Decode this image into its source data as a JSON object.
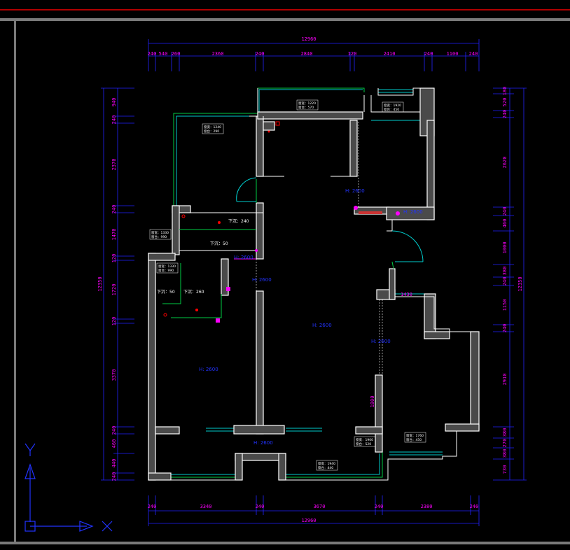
{
  "colors": {
    "background": "#000000",
    "wall": "#ffffff",
    "wall_fill": "#4a4a4a",
    "dimension": "#ff00ff",
    "dimension_line": "#2222ff",
    "window": "#00cccc",
    "window_outline": "#00cc44",
    "label": "#2233ff",
    "marker": "#ff0000"
  },
  "top_dims": {
    "total": "12960",
    "segments": [
      "240",
      "540",
      "260",
      "2360",
      "240",
      "2840",
      "120",
      "2410",
      "240",
      "1100",
      "240"
    ]
  },
  "bottom_dims": {
    "total": "12960",
    "segments": [
      "240",
      "3340",
      "240",
      "3670",
      "240",
      "2380",
      "240"
    ]
  },
  "left_dims": {
    "total": "12350",
    "segments": [
      "940",
      "240",
      "2370",
      "240",
      "1470",
      "120",
      "1720",
      "120",
      "3370",
      "240",
      "460",
      "440",
      "240"
    ]
  },
  "right_dims": {
    "total": "12350",
    "segments": [
      "180",
      "520",
      "240",
      "2620",
      "240",
      "460",
      "1000",
      "380",
      "240",
      "1150",
      "240",
      "2910",
      "380",
      "270",
      "380",
      "730"
    ]
  },
  "room_labels": {
    "h2600_a": "H: 2600",
    "h2600_b": "H: 2600",
    "h2600_c": "H: 2600",
    "h2600_d": "H: 2600",
    "h2600_e": "H: 2600",
    "h2600_f": "H: 2600",
    "h2600_g": "H: 2600",
    "h2600_h": "H: 2600",
    "drop_240": "下沉：240",
    "drop_50_a": "下沉：50",
    "drop_260": "下沉：260",
    "drop_50_b": "下沉：50",
    "dim_1430": "1430",
    "dim_1800": "1800"
  },
  "window_tags": {
    "w1": [
      "窗宽：1220",
      "窗台：570"
    ],
    "w2": [
      "窗宽：1920",
      "窗台：450"
    ],
    "w3": [
      "窗宽：1240",
      "窗台：290"
    ],
    "w4": [
      "窗宽：1330",
      "窗台：990"
    ],
    "w5": [
      "窗宽：1330",
      "窗台：990"
    ],
    "w6": [
      "窗宽：1900",
      "窗台：520"
    ],
    "w7": [
      "窗宽：1760",
      "窗台：450"
    ],
    "w8": [
      "窗宽：1940",
      "窗台：440"
    ]
  },
  "ucs": {
    "y_label": "Y",
    "x_label": "X"
  }
}
